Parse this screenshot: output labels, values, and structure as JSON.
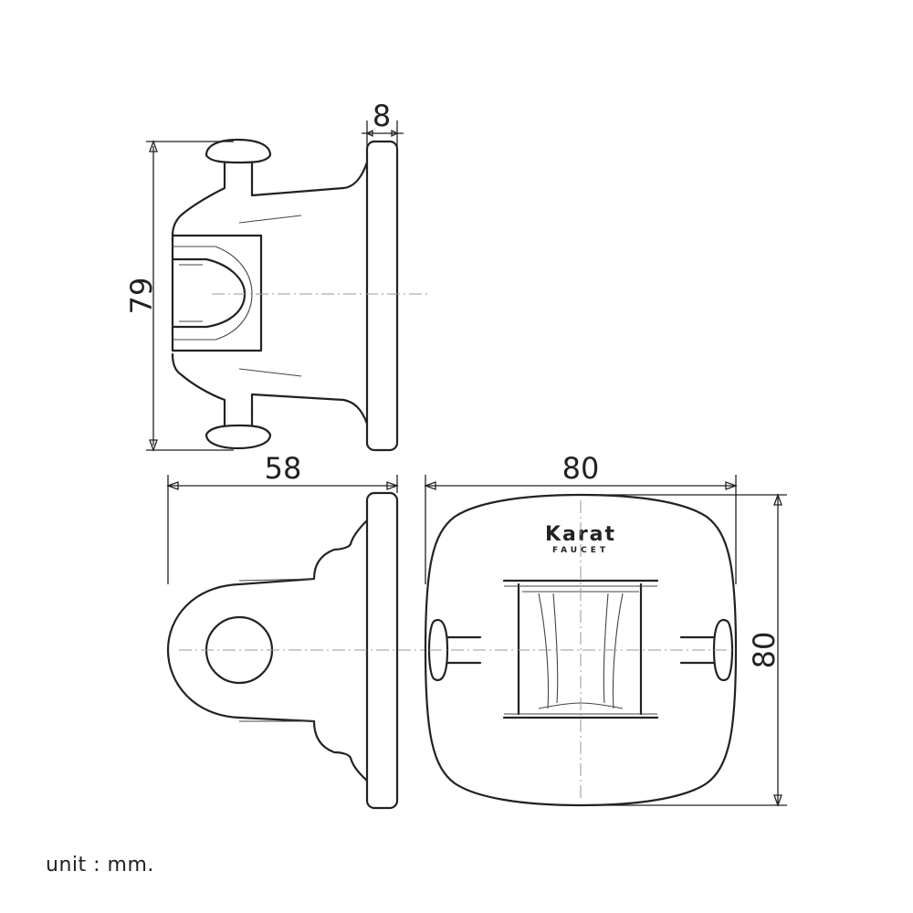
{
  "dimensions": {
    "height_top_view": "79",
    "plate_thickness": "8",
    "depth_side_view": "58",
    "width_front_view": "80",
    "height_front_view": "80"
  },
  "logo": {
    "brand": "Karat",
    "sub": "FAUCET"
  },
  "unit_note": "unit : mm."
}
